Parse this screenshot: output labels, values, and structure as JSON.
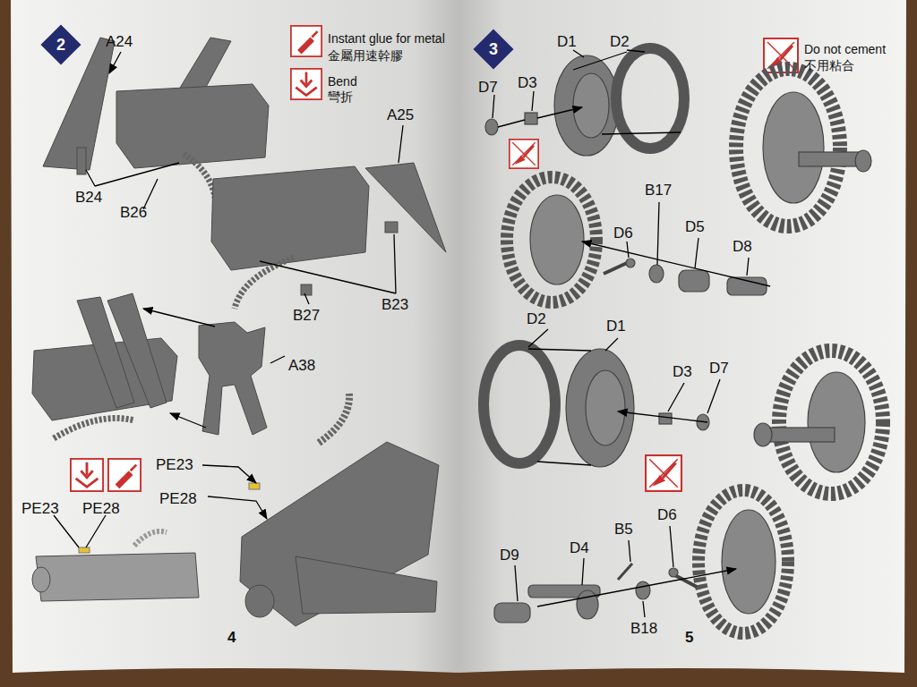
{
  "diagram": {
    "nodes": [
      {
        "text": [
          "2"
        ]
      },
      {
        "text": [
          "3"
        ]
      }
    ],
    "labels": [
      "A24",
      "B24",
      "B26",
      "A25",
      "B23",
      "B27",
      "A38",
      "PE23",
      "PE28",
      "PE23",
      "PE28",
      "4",
      "D1",
      "D2",
      "D7",
      "D3",
      "D6",
      "B17",
      "D5",
      "D8",
      "D2",
      "D1",
      "D3",
      "D7",
      "D9",
      "D4",
      "B5",
      "D6",
      "B18",
      "5"
    ],
    "legend": [
      {
        "text": "Instant glue for metal"
      },
      {
        "text": "金屬用速幹膠"
      },
      {
        "text": "Bend"
      },
      {
        "text": "彎折"
      },
      {
        "text": "Do not cement"
      },
      {
        "text": "不用粘合"
      }
    ]
  }
}
